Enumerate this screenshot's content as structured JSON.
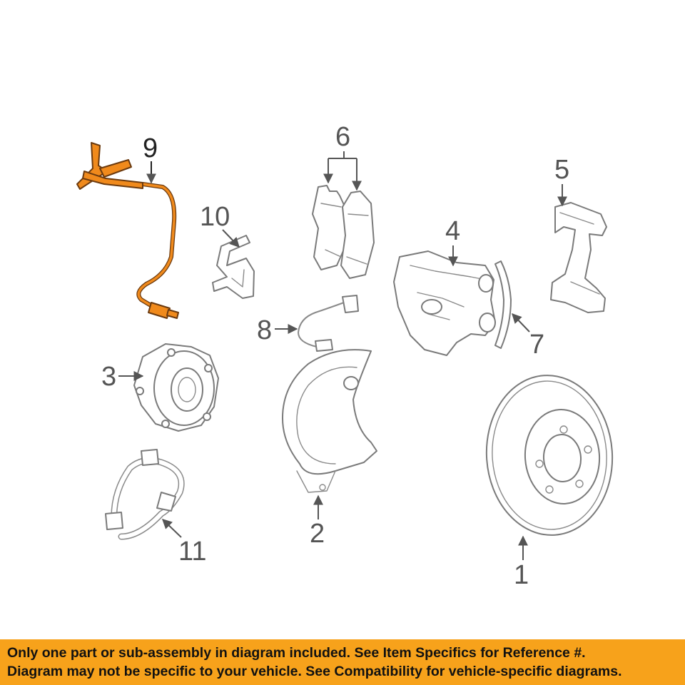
{
  "callouts": {
    "c1": "1",
    "c2": "2",
    "c3": "3",
    "c4": "4",
    "c5": "5",
    "c6": "6",
    "c7": "7",
    "c8": "8",
    "c9": "9",
    "c10": "10",
    "c11": "11"
  },
  "highlight_color": "#f08a1c",
  "banner": {
    "color": "#f7a21b",
    "line1": "Only one part or sub-assembly in diagram included. See Item Specifics for Reference #.",
    "line2": "Diagram may not be specific to your vehicle. See Compatibility for vehicle-specific diagrams."
  }
}
